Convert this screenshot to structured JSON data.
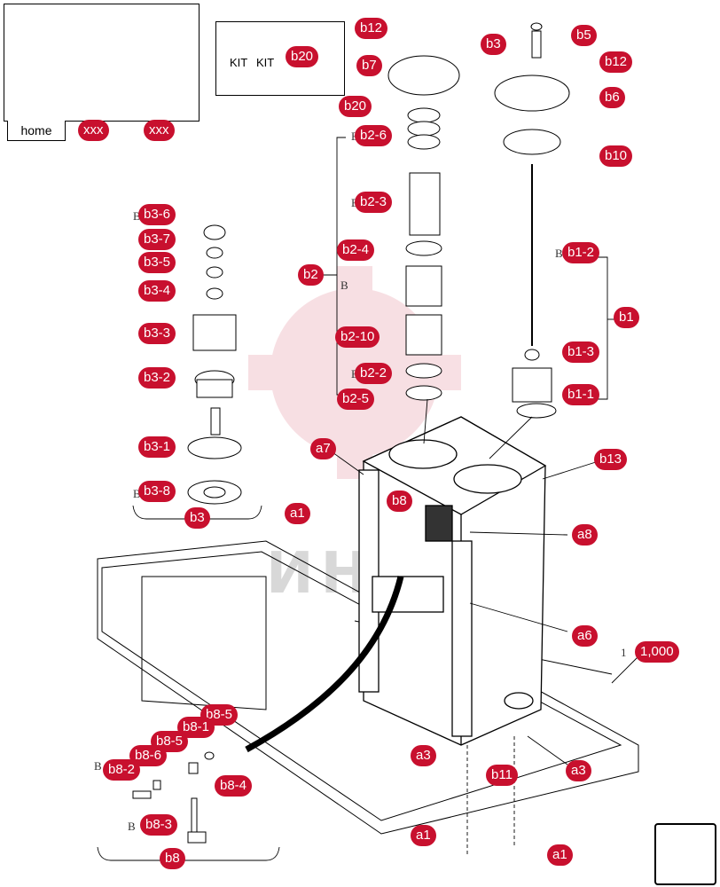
{
  "watermark": "ИНТЕХ",
  "nav": {
    "home": "home"
  },
  "kit": {
    "left": "KIT",
    "right": "KIT"
  },
  "refs": [
    "B",
    "B",
    "B",
    "B",
    "B",
    "B",
    "B",
    "B",
    "B",
    "1"
  ],
  "callouts": {
    "xxx1": "xxx",
    "xxx2": "xxx",
    "b20": "b20",
    "b12": "b12",
    "b7": "b7",
    "b20_9": "b20",
    "b2_6": "b2-6",
    "b2_3": "b2-3",
    "b2_4": "b2-4",
    "b2": "b2",
    "b2_10": "b2-10",
    "b2_2": "b2-2",
    "b2_5": "b2-5",
    "b3": "b3",
    "b5": "b5",
    "b12_r": "b12",
    "b6": "b6",
    "b10": "b10",
    "b1_2": "b1-2",
    "b1": "b1",
    "b1_3": "b1-3",
    "b1_1": "b1-1",
    "b13": "b13",
    "b3_6": "b3-6",
    "b3_7": "b3-7",
    "b3_5": "b3-5",
    "b3_4": "b3-4",
    "b3_3": "b3-3",
    "b3_2": "b3-2",
    "b3_1": "b3-1",
    "b3_8": "b3-8",
    "b3_g": "b3",
    "a7": "a7",
    "b8": "b8",
    "a1": "a1",
    "a8": "a8",
    "a6": "a6",
    "a3": "a3",
    "a3b": "a3",
    "b11": "b11",
    "a1b": "a1",
    "a1c": "a1",
    "n1000": "1,000",
    "b8_5a": "b8-5",
    "b8_1": "b8-1",
    "b8_5b": "b8-5",
    "b8_6": "b8-6",
    "b8_2": "b8-2",
    "b8_4": "b8-4",
    "b8_3": "b8-3",
    "b8_g": "b8"
  }
}
